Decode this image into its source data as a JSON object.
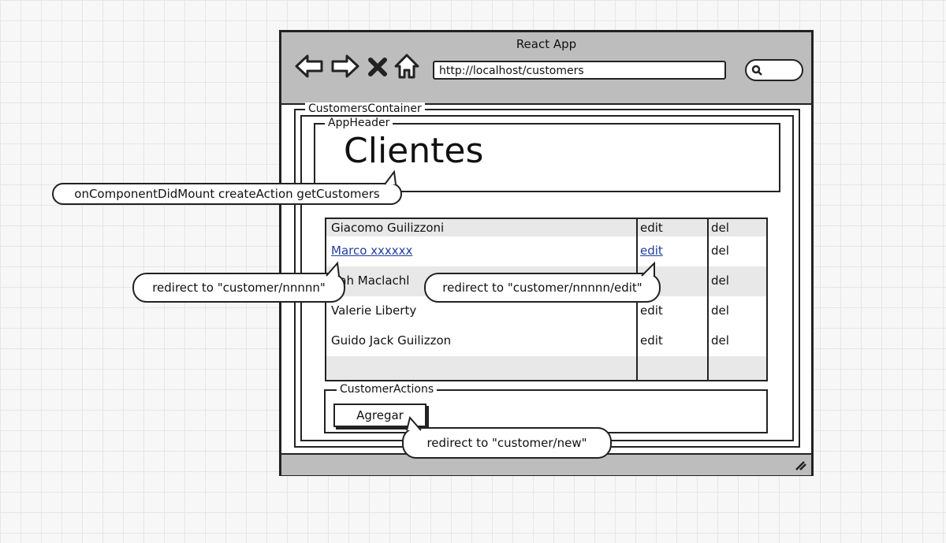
{
  "browser": {
    "title": "React App",
    "url": "http://localhost/customers"
  },
  "containers": {
    "customers_container": "CustomersContainer",
    "app_header": "AppHeader",
    "customer_actions": "CustomerActions"
  },
  "header": {
    "title": "Clientes"
  },
  "table": {
    "rows": [
      {
        "name": "Giacomo Guilizzoni",
        "edit": "edit",
        "del": "del"
      },
      {
        "name": "Marco xxxxxx",
        "edit": "edit",
        "del": "del"
      },
      {
        "name": "riah Maclachl",
        "edit": "",
        "del": "del"
      },
      {
        "name": "Valerie Liberty",
        "edit": "edit",
        "del": "del"
      },
      {
        "name": "Guido Jack Guilizzon",
        "edit": "edit",
        "del": "del"
      }
    ]
  },
  "actions": {
    "add_label": "Agregar"
  },
  "callouts": {
    "mount": "onComponentDidMount createAction getCustomers",
    "redirect_customer": "redirect to \"customer/nnnnn\"",
    "redirect_edit": "redirect to \"customer/nnnnn/edit\"",
    "redirect_new": "redirect to \"customer/new\""
  },
  "icons": [
    "back-arrow-icon",
    "forward-arrow-icon",
    "close-icon",
    "home-icon",
    "search-icon",
    "resize-grip-icon"
  ],
  "colors": {
    "link": "#1f3f9e",
    "chrome": "#bdbdbd",
    "row_shade": "#e8e8e8"
  }
}
